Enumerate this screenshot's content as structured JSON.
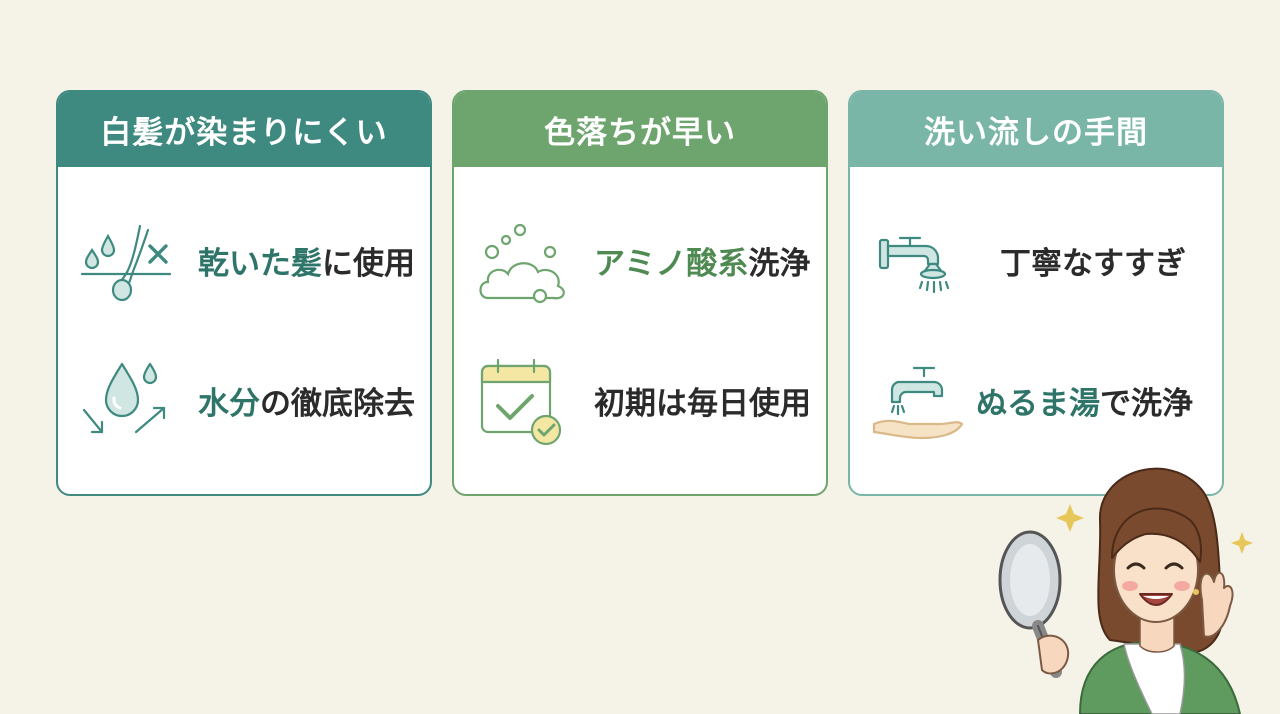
{
  "colors": {
    "background": "#f5f2e8",
    "card1_accent": "#3f8a80",
    "card2_accent": "#6ea56e",
    "card3_accent": "#7ab6a8",
    "highlight_teal": "#2e7468",
    "highlight_green": "#4f8a52",
    "text": "#2b2b2b"
  },
  "cards": [
    {
      "title": "白髪が染まりにくい",
      "items": [
        {
          "icon": "hair-drop-cross-icon",
          "highlight": "乾いた髪",
          "rest": "に使用"
        },
        {
          "icon": "water-drop-arrows-icon",
          "highlight": "水分",
          "rest": "の徹底除去"
        }
      ]
    },
    {
      "title": "色落ちが早い",
      "items": [
        {
          "icon": "foam-bubbles-icon",
          "highlight": "アミノ酸系",
          "rest": "洗浄"
        },
        {
          "icon": "calendar-check-icon",
          "highlight": "",
          "rest": "初期は毎日使用"
        }
      ]
    },
    {
      "title": "洗い流しの手間",
      "items": [
        {
          "icon": "faucet-shower-icon",
          "highlight": "",
          "rest": "丁寧なすすぎ"
        },
        {
          "icon": "faucet-hand-icon",
          "highlight": "ぬるま湯",
          "rest": "で洗浄"
        }
      ]
    }
  ],
  "illustration": {
    "icon": "woman-with-hand-mirror-icon"
  }
}
